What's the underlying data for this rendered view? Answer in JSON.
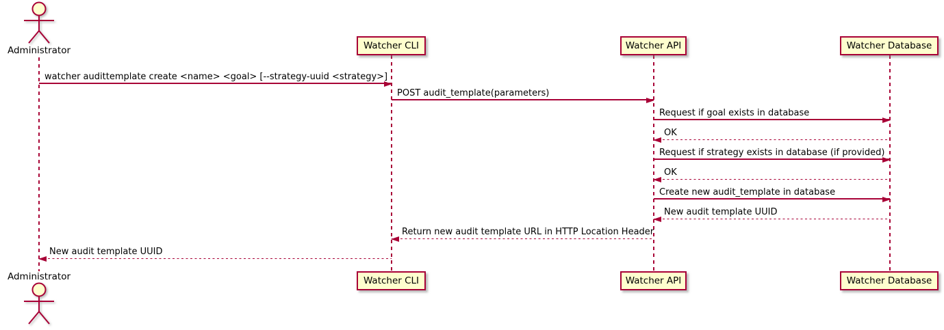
{
  "diagram": {
    "type": "sequence",
    "colors": {
      "line": "#A80036",
      "box_fill": "#FEFECE",
      "box_border": "#A80036",
      "text": "#000000",
      "background": "#ffffff"
    },
    "actor": {
      "name": "Administrator"
    },
    "participants": [
      {
        "label": "Watcher CLI"
      },
      {
        "label": "Watcher API"
      },
      {
        "label": "Watcher Database"
      }
    ],
    "messages": [
      {
        "from": "Administrator",
        "to": "Watcher CLI",
        "style": "solid",
        "text": "watcher audittemplate create <name> <goal> [--strategy-uuid <strategy>]"
      },
      {
        "from": "Watcher CLI",
        "to": "Watcher API",
        "style": "solid",
        "text": "POST audit_template(parameters)"
      },
      {
        "from": "Watcher API",
        "to": "Watcher Database",
        "style": "solid",
        "text": "Request if goal exists in database"
      },
      {
        "from": "Watcher Database",
        "to": "Watcher API",
        "style": "dashed",
        "text": "OK"
      },
      {
        "from": "Watcher API",
        "to": "Watcher Database",
        "style": "solid",
        "text": "Request if strategy exists in database (if provided)"
      },
      {
        "from": "Watcher Database",
        "to": "Watcher API",
        "style": "dashed",
        "text": "OK"
      },
      {
        "from": "Watcher API",
        "to": "Watcher Database",
        "style": "solid",
        "text": "Create new audit_template in database"
      },
      {
        "from": "Watcher Database",
        "to": "Watcher API",
        "style": "dashed",
        "text": "New audit template UUID"
      },
      {
        "from": "Watcher API",
        "to": "Watcher CLI",
        "style": "dashed",
        "text": "Return new audit template URL in HTTP Location Header"
      },
      {
        "from": "Watcher CLI",
        "to": "Administrator",
        "style": "dashed",
        "text": "New audit template UUID"
      }
    ]
  }
}
